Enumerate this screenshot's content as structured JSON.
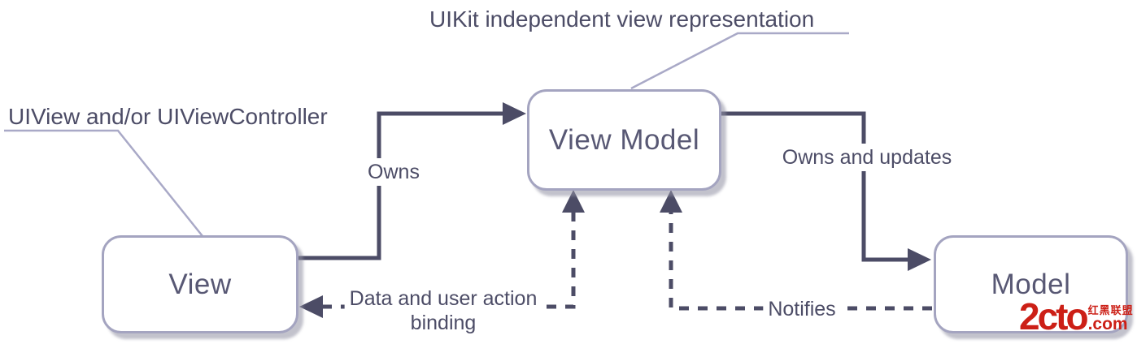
{
  "diagram": {
    "annotations": {
      "top": "UIKit independent view representation",
      "left": "UIView and/or UIViewController"
    },
    "nodes": {
      "view": "View",
      "view_model": "View Model",
      "model": "Model"
    },
    "edges": {
      "owns": "Owns",
      "owns_and_updates": "Owns and updates",
      "data_binding": "Data and user action\nbinding",
      "notifies": "Notifies"
    },
    "colors": {
      "connector_dark": "#4c4c66",
      "box_border": "#a4a4c0",
      "box_text": "#585874",
      "callout_line": "#a9a9c7",
      "watermark_red": "#cc1f16"
    }
  },
  "watermark": {
    "brand": "2cto",
    "domain": ".com",
    "tagline": "红黑联盟"
  }
}
